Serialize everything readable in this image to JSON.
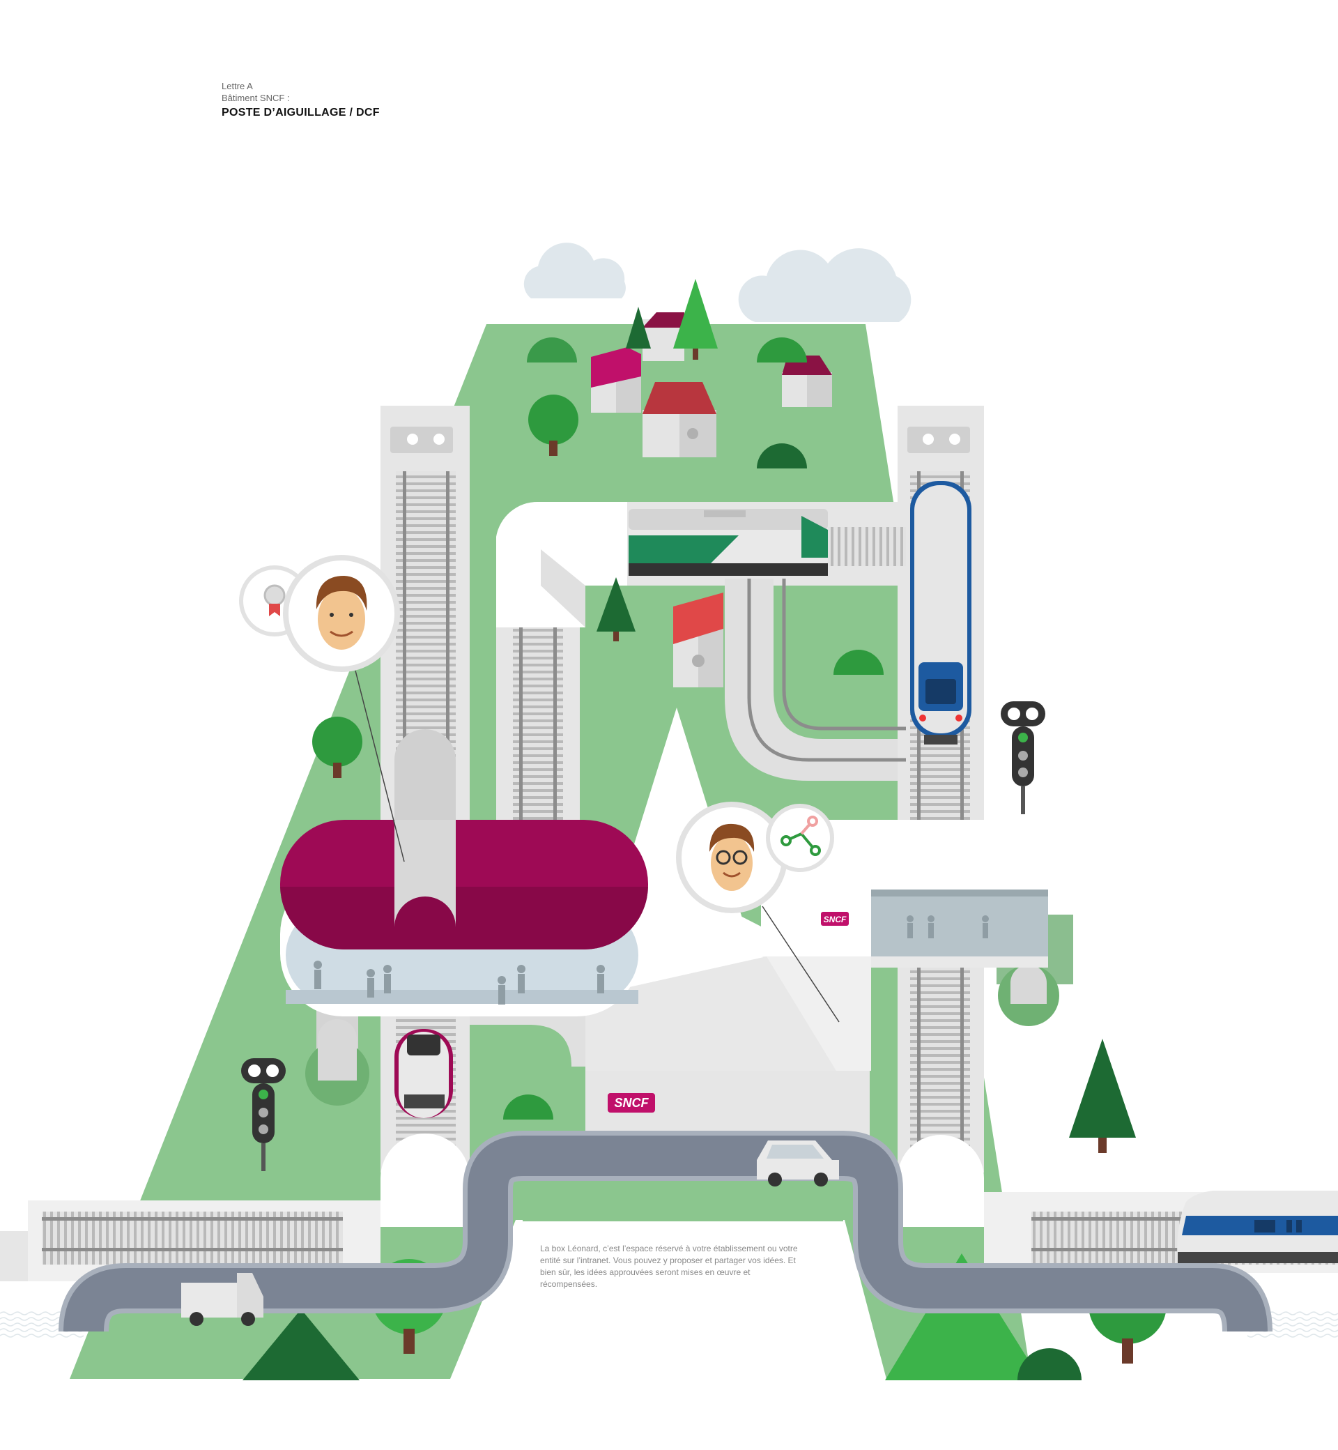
{
  "header": {
    "letter": "Lettre A",
    "building": "Bâtiment SNCF :",
    "title": "POSTE D’AIGUILLAGE / DCF"
  },
  "description": "La box Léonard, c’est l’espace réservé à votre établissement ou votre entité sur l’intranet. Vous pouvez y proposer et partager vos idées. Et bien sûr, les idées approuvées seront mises en œuvre et récompensées.",
  "logos": {
    "sncf": "SNCF"
  },
  "colors": {
    "grass": "#8bc68e",
    "grass_dark": "#5aa35f",
    "tree": "#2e9a3e",
    "tree_dark": "#1d6a33",
    "roof_main": "#9e0a55",
    "roof_pink": "#c0106a",
    "roof_red": "#b8363e",
    "road": "#7b8494",
    "track": "#c8c8c8",
    "glass": "#cfdce4",
    "signal_green": "#3cb34a"
  },
  "icons": [
    "medal-icon",
    "share-network-icon",
    "person-icon",
    "traffic-signal-icon",
    "car-icon",
    "truck-icon",
    "train-icon",
    "tree-icon",
    "house-icon",
    "cloud-icon"
  ]
}
